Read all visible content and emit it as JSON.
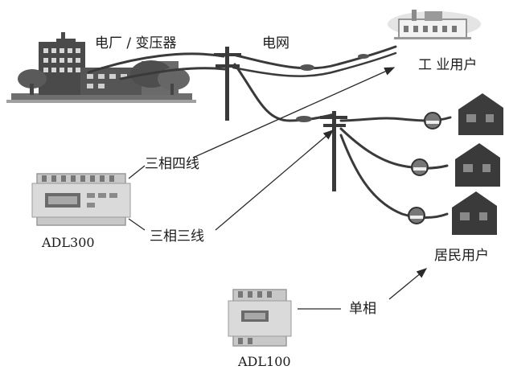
{
  "labels": {
    "power_plant": "电厂 / 变压器",
    "grid": "电网",
    "industrial_user": "工 业用户",
    "residential_user": "居民用户",
    "three_phase_four_wire": "三相四线",
    "three_phase_three_wire": "三相三线",
    "single_phase": "单相"
  },
  "devices": {
    "adl300": "ADL300",
    "adl100": "ADL100"
  },
  "icons": {
    "plant": "power-plant-icon",
    "factory": "factory-icon",
    "house": "house-icon",
    "meter": "electric-meter-icon",
    "pole": "utility-pole-icon"
  },
  "colors": {
    "ink": "#1b1b1b",
    "wire": "#3a3a3a",
    "building_dark": "#4a4a4a",
    "building_mid": "#7a7a7a",
    "meter_body": "#c8c8c8",
    "meter_frame": "#9a9a9a"
  }
}
